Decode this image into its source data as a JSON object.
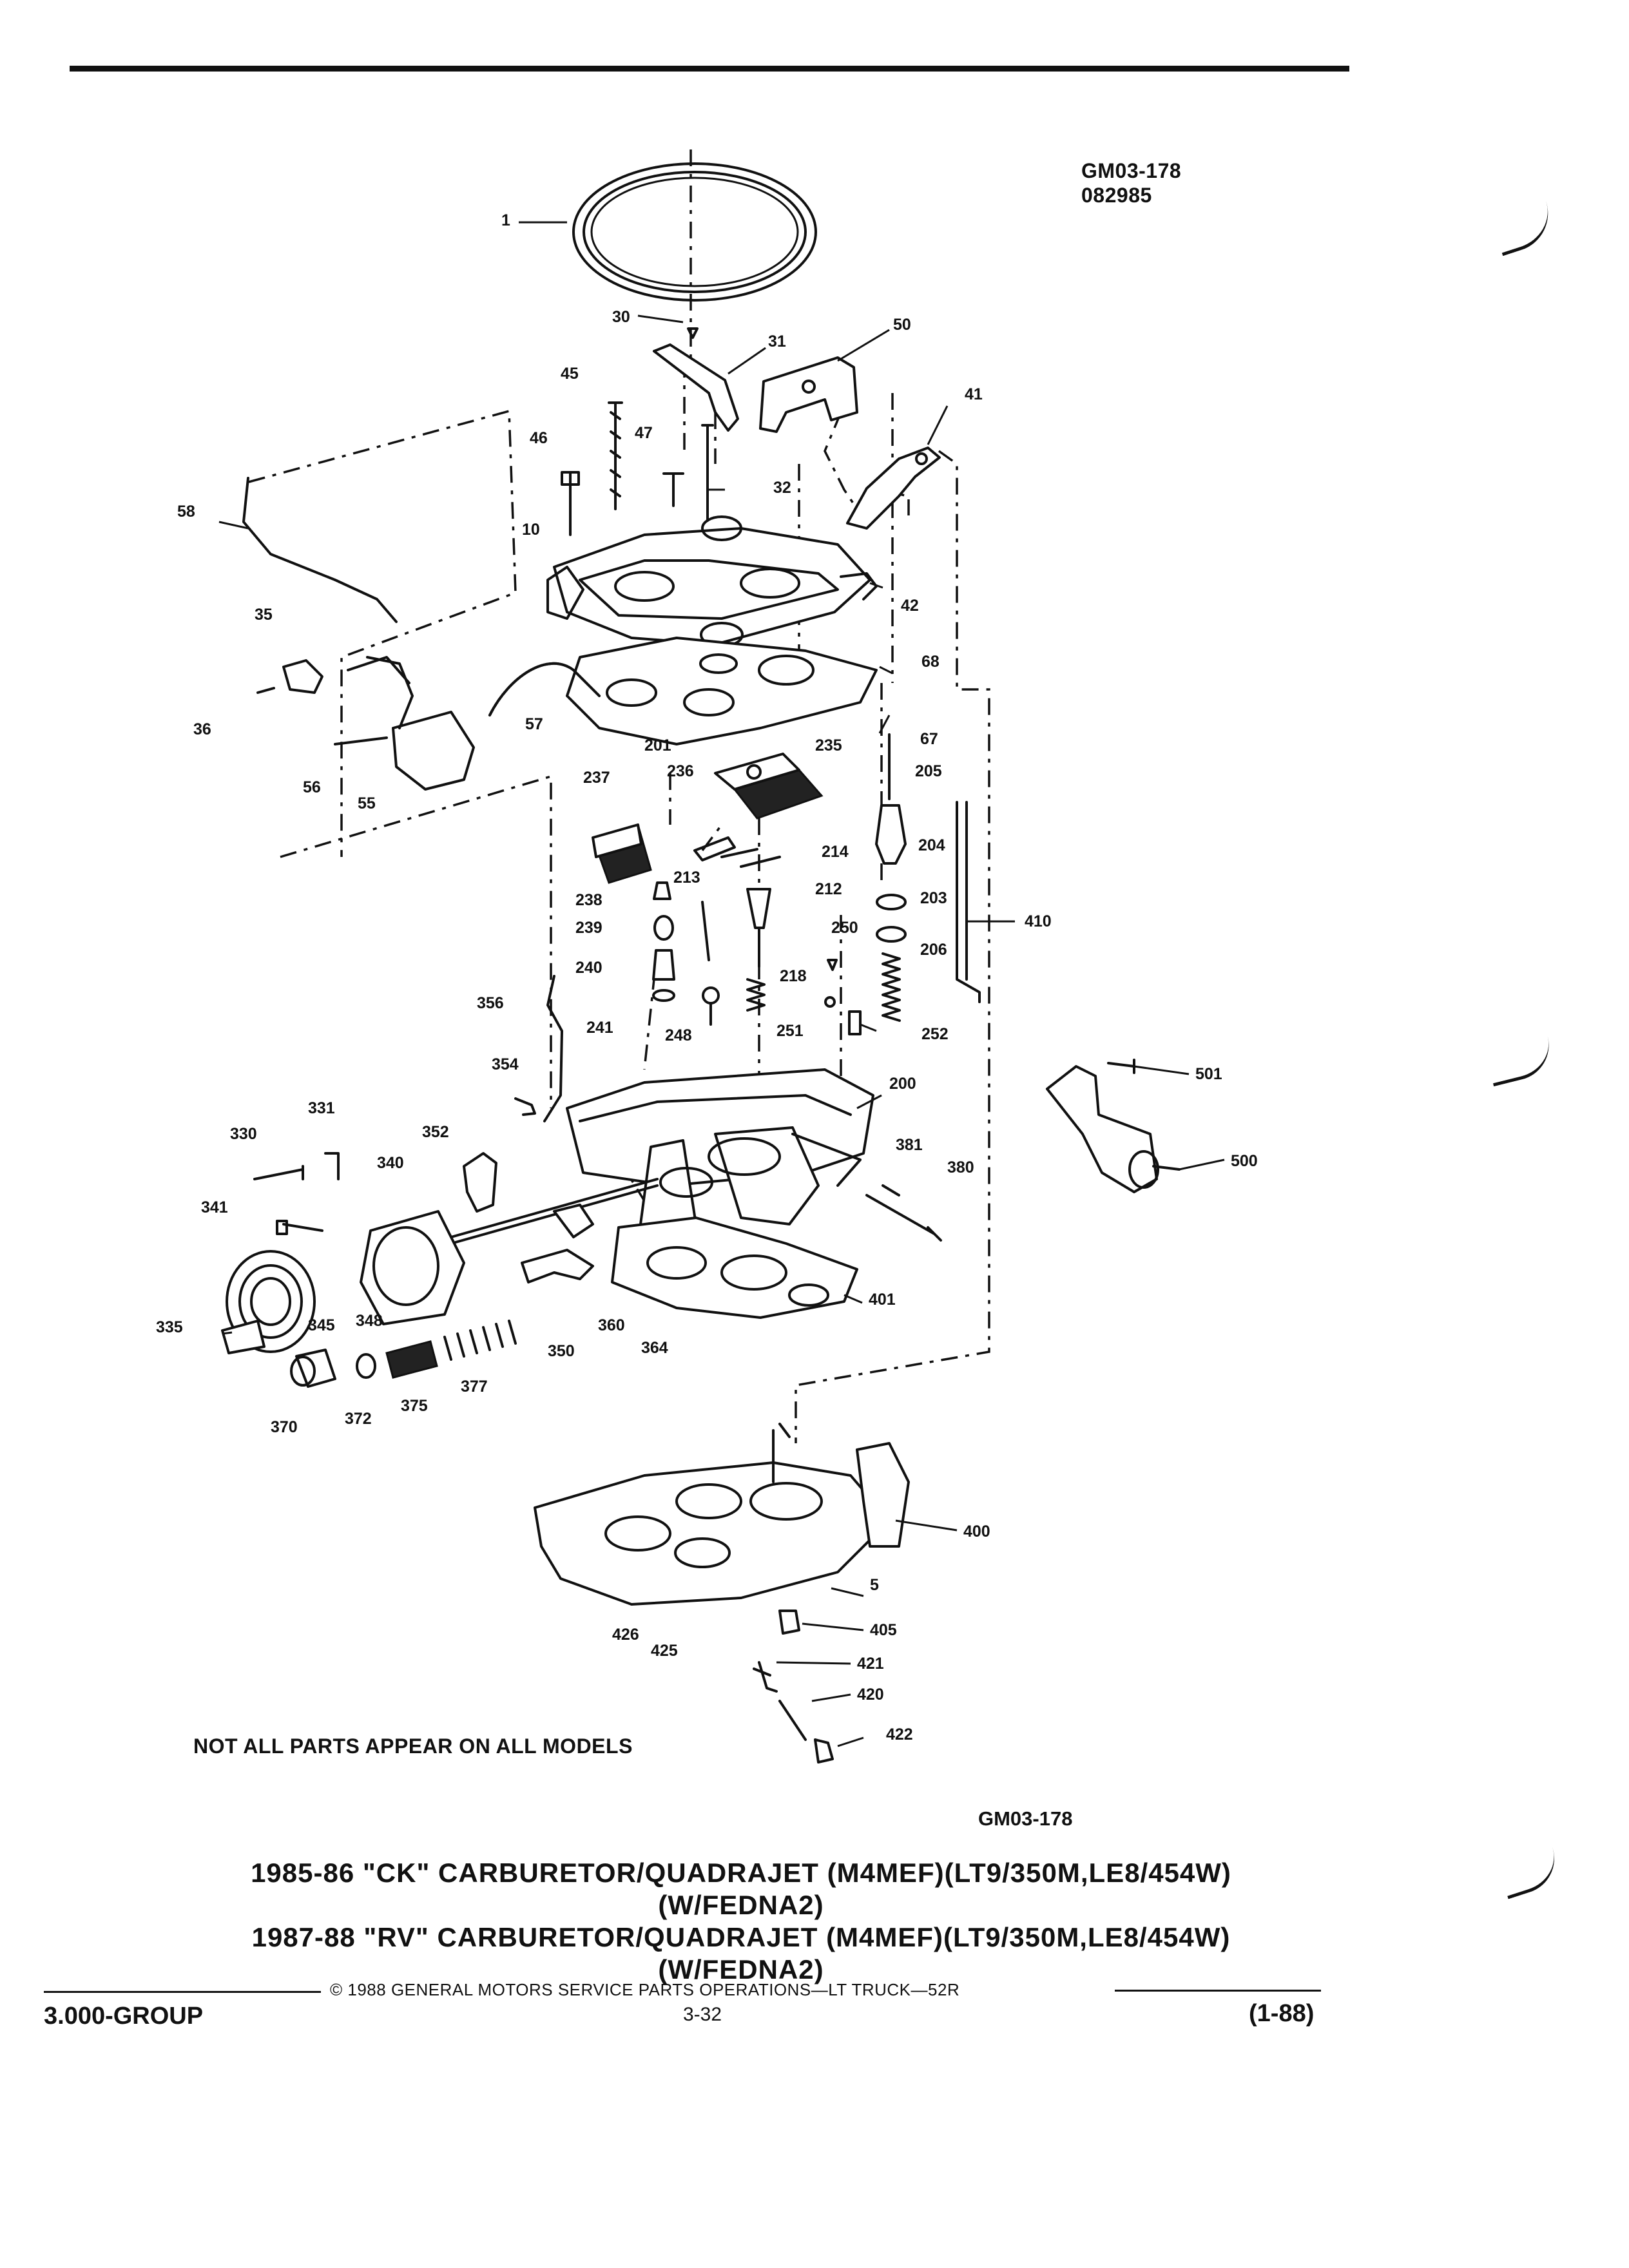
{
  "figure_id": "GM03-178",
  "figure_code": "082985",
  "note": "NOT ALL PARTS APPEAR ON ALL MODELS",
  "figure_id_bottom": "GM03-178",
  "title_lines": [
    "1985-86 \"CK\" CARBURETOR/QUADRAJET (M4MEF)(LT9/350M,LE8/454W)",
    "(W/FEDNA2)",
    "1987-88 \"RV\" CARBURETOR/QUADRAJET (M4MEF)(LT9/350M,LE8/454W)",
    "(W/FEDNA2)"
  ],
  "footer": {
    "copyright": "© 1988 GENERAL MOTORS SERVICE PARTS OPERATIONS—LT TRUCK—52R",
    "group": "3.000-GROUP",
    "page": "3-32",
    "date": "(1-88)"
  },
  "callouts": [
    {
      "label": "1"
    },
    {
      "label": "30"
    },
    {
      "label": "31"
    },
    {
      "label": "50"
    },
    {
      "label": "45"
    },
    {
      "label": "46"
    },
    {
      "label": "47"
    },
    {
      "label": "32"
    },
    {
      "label": "41"
    },
    {
      "label": "58"
    },
    {
      "label": "10"
    },
    {
      "label": "42"
    },
    {
      "label": "35"
    },
    {
      "label": "68"
    },
    {
      "label": "36"
    },
    {
      "label": "57"
    },
    {
      "label": "201"
    },
    {
      "label": "67"
    },
    {
      "label": "56"
    },
    {
      "label": "55"
    },
    {
      "label": "237"
    },
    {
      "label": "236"
    },
    {
      "label": "235"
    },
    {
      "label": "205"
    },
    {
      "label": "204"
    },
    {
      "label": "214"
    },
    {
      "label": "238"
    },
    {
      "label": "213"
    },
    {
      "label": "212"
    },
    {
      "label": "203"
    },
    {
      "label": "410"
    },
    {
      "label": "239"
    },
    {
      "label": "250"
    },
    {
      "label": "206"
    },
    {
      "label": "240"
    },
    {
      "label": "218"
    },
    {
      "label": "356"
    },
    {
      "label": "241"
    },
    {
      "label": "248"
    },
    {
      "label": "251"
    },
    {
      "label": "252"
    },
    {
      "label": "354"
    },
    {
      "label": "501"
    },
    {
      "label": "200"
    },
    {
      "label": "331"
    },
    {
      "label": "330"
    },
    {
      "label": "352"
    },
    {
      "label": "340"
    },
    {
      "label": "381"
    },
    {
      "label": "500"
    },
    {
      "label": "380"
    },
    {
      "label": "341"
    },
    {
      "label": "401"
    },
    {
      "label": "345"
    },
    {
      "label": "348"
    },
    {
      "label": "360"
    },
    {
      "label": "364"
    },
    {
      "label": "335"
    },
    {
      "label": "350"
    },
    {
      "label": "377"
    },
    {
      "label": "372"
    },
    {
      "label": "375"
    },
    {
      "label": "370"
    },
    {
      "label": "400"
    },
    {
      "label": "5"
    },
    {
      "label": "405"
    },
    {
      "label": "426"
    },
    {
      "label": "425"
    },
    {
      "label": "421"
    },
    {
      "label": "420"
    },
    {
      "label": "422"
    }
  ]
}
